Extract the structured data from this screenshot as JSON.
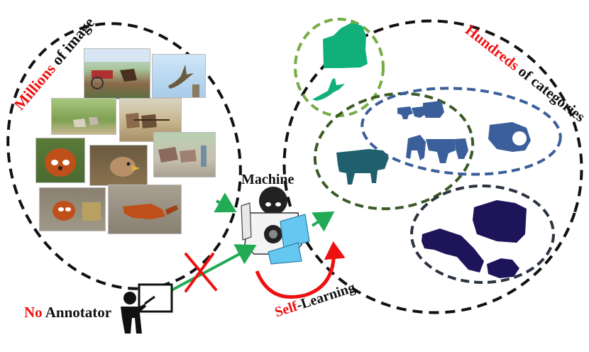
{
  "colors": {
    "red": "#ee1111",
    "green_arrow": "#22aa55",
    "machine_blue": "#66c8f0",
    "ellipse_light_green": "#77aa44",
    "ellipse_dark_green": "#3b5a26",
    "ellipse_blue": "#3a5f9a",
    "ellipse_navy": "#2b3340",
    "mask_green": "#11b07a",
    "mask_teal": "#1f5f6e",
    "mask_royal": "#3a55bb",
    "mask_navy": "#1d145a"
  },
  "labels": {
    "millions_red": "Millions",
    "millions_rest": " of image",
    "hundreds_red": "Hundreds",
    "hundreds_rest": " of categories",
    "machine": "Machine",
    "no_red": "No",
    "annotator": " Annotator",
    "self_red": "Self",
    "learning": "-Learning"
  },
  "images": [
    {
      "subject": "horse-cart-scene",
      "icon": "horse-cart-photo"
    },
    {
      "subject": "flying-bird",
      "icon": "bird-photo"
    },
    {
      "subject": "cattle-field",
      "icon": "cattle-photo"
    },
    {
      "subject": "cattle-cart",
      "icon": "cattle-cart-photo"
    },
    {
      "subject": "red-panda-face",
      "icon": "red-panda-photo"
    },
    {
      "subject": "hawk",
      "icon": "hawk-photo"
    },
    {
      "subject": "cattle-road",
      "icon": "cattle-road-photo"
    },
    {
      "subject": "red-panda-rock",
      "icon": "red-panda-photo"
    },
    {
      "subject": "red-panda-walking",
      "icon": "red-panda-photo"
    }
  ]
}
